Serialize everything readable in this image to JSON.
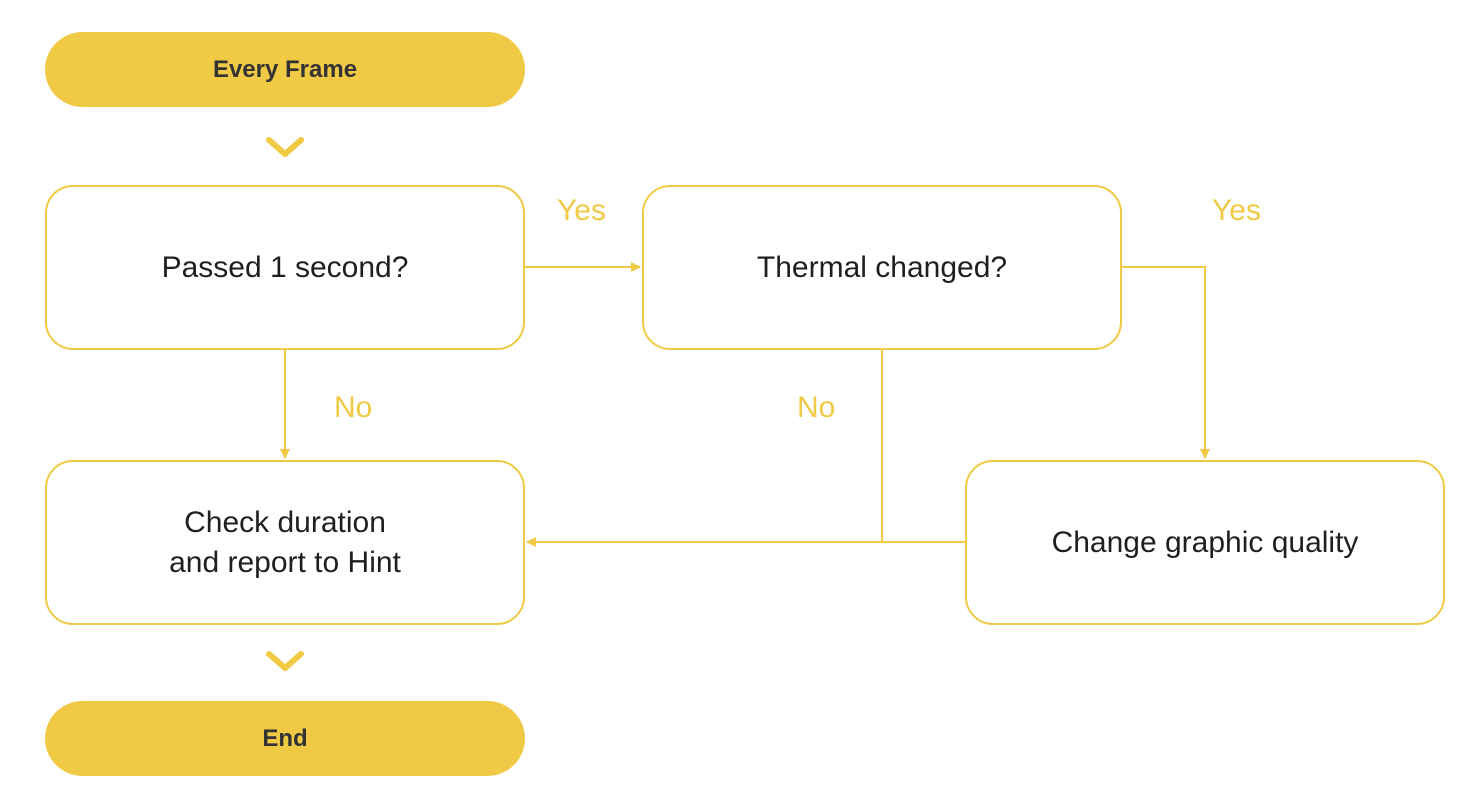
{
  "colors": {
    "accent": "#F0C945",
    "node_border": "#F0C945",
    "text_dark": "#333333",
    "label": "#F0C945"
  },
  "nodes": {
    "start": {
      "label": "Every Frame"
    },
    "passed": {
      "label": "Passed 1 second?"
    },
    "thermal": {
      "label": "Thermal changed?"
    },
    "check": {
      "label": "Check duration\nand report to Hint"
    },
    "quality": {
      "label": "Change graphic quality"
    },
    "end": {
      "label": "End"
    }
  },
  "edges": {
    "passed_yes": "Yes",
    "thermal_yes": "Yes",
    "passed_no": "No",
    "thermal_no": "No"
  },
  "icons": {
    "flow_down": "chevron-down-icon"
  }
}
